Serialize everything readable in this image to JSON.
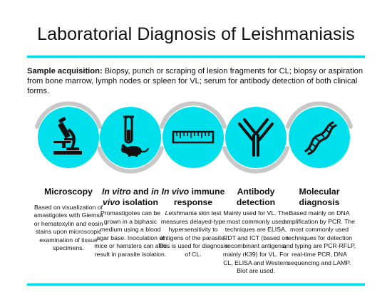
{
  "title": "Laboratorial Diagnosis of Leishmaniasis",
  "sample": {
    "label": "Sample acquisition:",
    "text": " Biopsy, punch or scraping of lesion fragments for CL; biopsy or aspiration from bone marrow, lymph nodes or spleen for VL; serum for antibody detection of both clinical forms."
  },
  "colors": {
    "accent": "#00dfec",
    "rule": "#00d8e8",
    "arc": "#c8c8c8",
    "icon": "#111111"
  },
  "methods": [
    {
      "icon": "microscope-icon",
      "title_plain": "Microscopy",
      "body_plain": "Based on visualization of amastigotes with Giemsa or hematoxylin and eosin stains upon microscopic examination of tissue specimens."
    },
    {
      "icon": "test-tube-mouse-icon",
      "title_italic": "In vitro",
      "title_mid": " and ",
      "title_italic2": "in vivo",
      "title_end": " isolation",
      "body_plain": "Promastigotes can be grown in a biphasic medium using a blood agar base. Inoculation of mice or hamsters can also result in parasite isolation."
    },
    {
      "icon": "ruler-icon",
      "title_italic": "In vivo",
      "title_end": " immune response",
      "body_italic": "Leishmania",
      "body_rest": " skin test measures delayed-type hypersensitivity to antigens of the parasite. This is used for diagnosis of CL."
    },
    {
      "icon": "antibody-icon",
      "title_plain": "Antibody detection",
      "body_plain": "Mainly used for VL. The most commonly used techniques are ELISA, RDT and ICT (based on recombinant antigens, mainly rK39) for VL. For CL, ELISA and Western Blot are used."
    },
    {
      "icon": "dna-icon",
      "title_plain": "Molecular diagnosis",
      "body_plain": "Based mainly on DNA amplification by PCR. The most commonly used techniques for detection and typing are PCR-RFLP, real-time PCR, DNA sequencing and LAMP."
    }
  ]
}
